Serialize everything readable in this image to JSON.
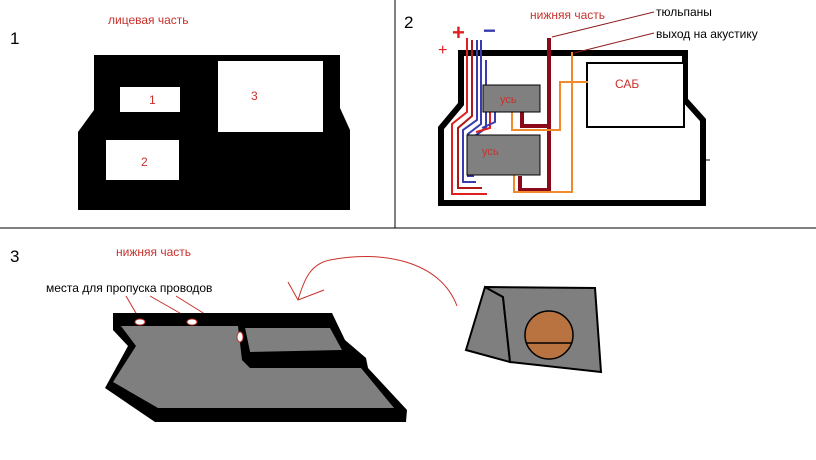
{
  "colors": {
    "red_label": "#c8302a",
    "black": "#000000",
    "box_fill": "#ffffff",
    "amp_gray": "#808080",
    "dark_red_wire": "#8b0a1a",
    "red_wire": "#e02020",
    "blue_wire": "#3b3bb0",
    "orange_wire": "#f08a2a",
    "speaker": "#b87340",
    "gray_panel": "#7f7f7f"
  },
  "panel1": {
    "number": "1",
    "caption": "лицевая часть",
    "box1": "1",
    "box2": "2",
    "box3": "3"
  },
  "panel2": {
    "number": "2",
    "plus_big": "+",
    "minus": "−",
    "plus_small": "+",
    "bottom_part": "нижняя часть",
    "rca": "тюльпаны",
    "speaker_out": "выход на акустику",
    "sub": "САБ",
    "amp_top": "усь",
    "amp_bottom": "усь"
  },
  "panel3": {
    "number": "3",
    "bottom_part": "нижняя часть",
    "wire_holes": "места для пропуска проводов"
  }
}
